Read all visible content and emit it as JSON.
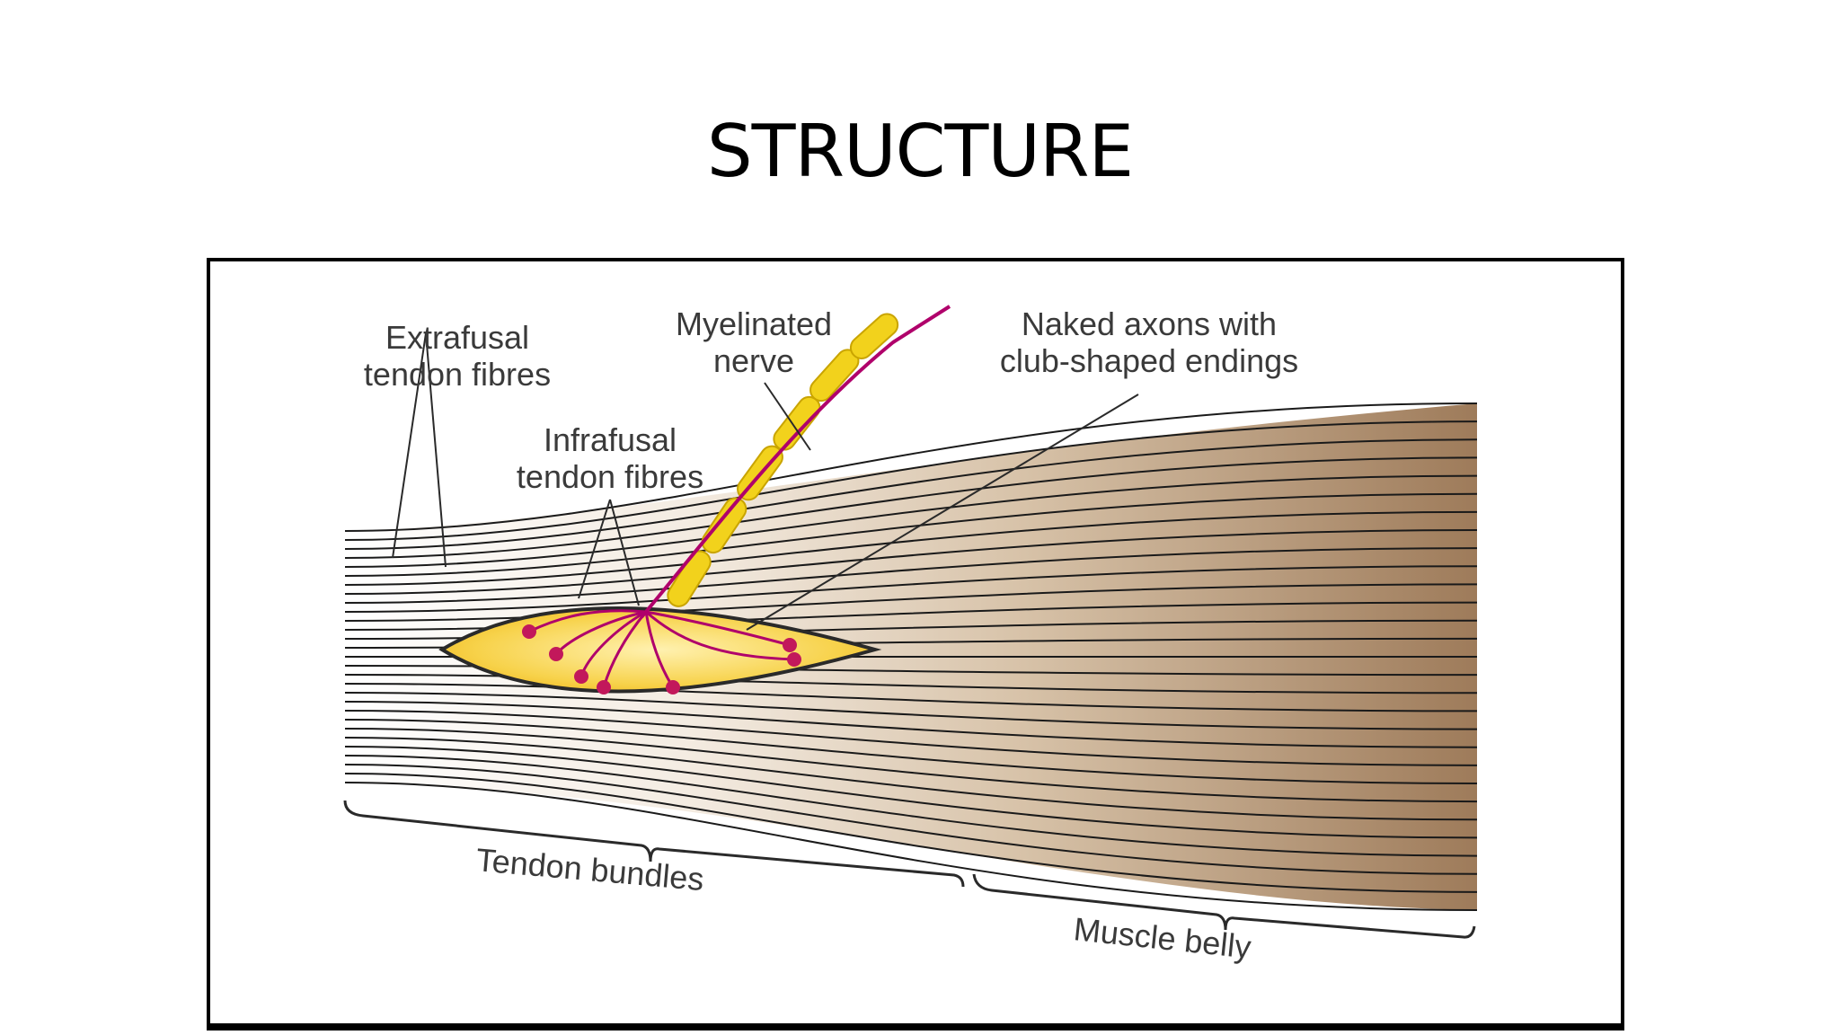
{
  "slide": {
    "title": "STRUCTURE"
  },
  "diagram": {
    "labels": {
      "extrafusal_line1": "Extrafusal",
      "extrafusal_line2": "tendon fibres",
      "infrafusal_line1": "Infrafusal",
      "infrafusal_line2": "tendon fibres",
      "myelinated_line1": "Myelinated",
      "myelinated_line2": "nerve",
      "naked_line1": "Naked axons with",
      "naked_line2": "club-shaped endings",
      "tendon_bundles": "Tendon bundles",
      "muscle_belly": "Muscle belly"
    },
    "colors": {
      "muscle_light": "#f4ece2",
      "muscle_dark": "#9e7b5a",
      "fibre_line": "#1a1a1a",
      "capsule_fill": "#f5c93a",
      "capsule_edge": "#2a2a2a",
      "nerve_sheath": "#f2d21c",
      "axon": "#b0006b",
      "ending": "#c2185b"
    }
  }
}
